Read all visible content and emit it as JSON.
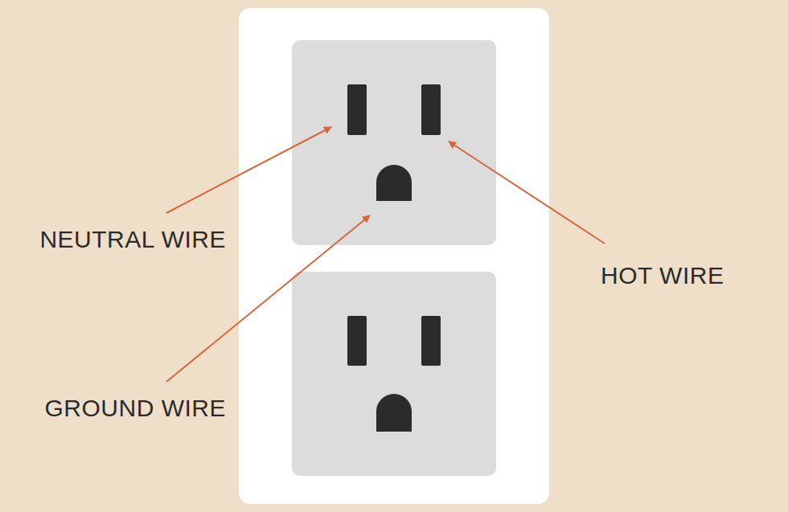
{
  "diagram": {
    "labels": [
      "NEUTRAL WIRE",
      "GROUND WIRE",
      "HOT WIRE"
    ]
  }
}
